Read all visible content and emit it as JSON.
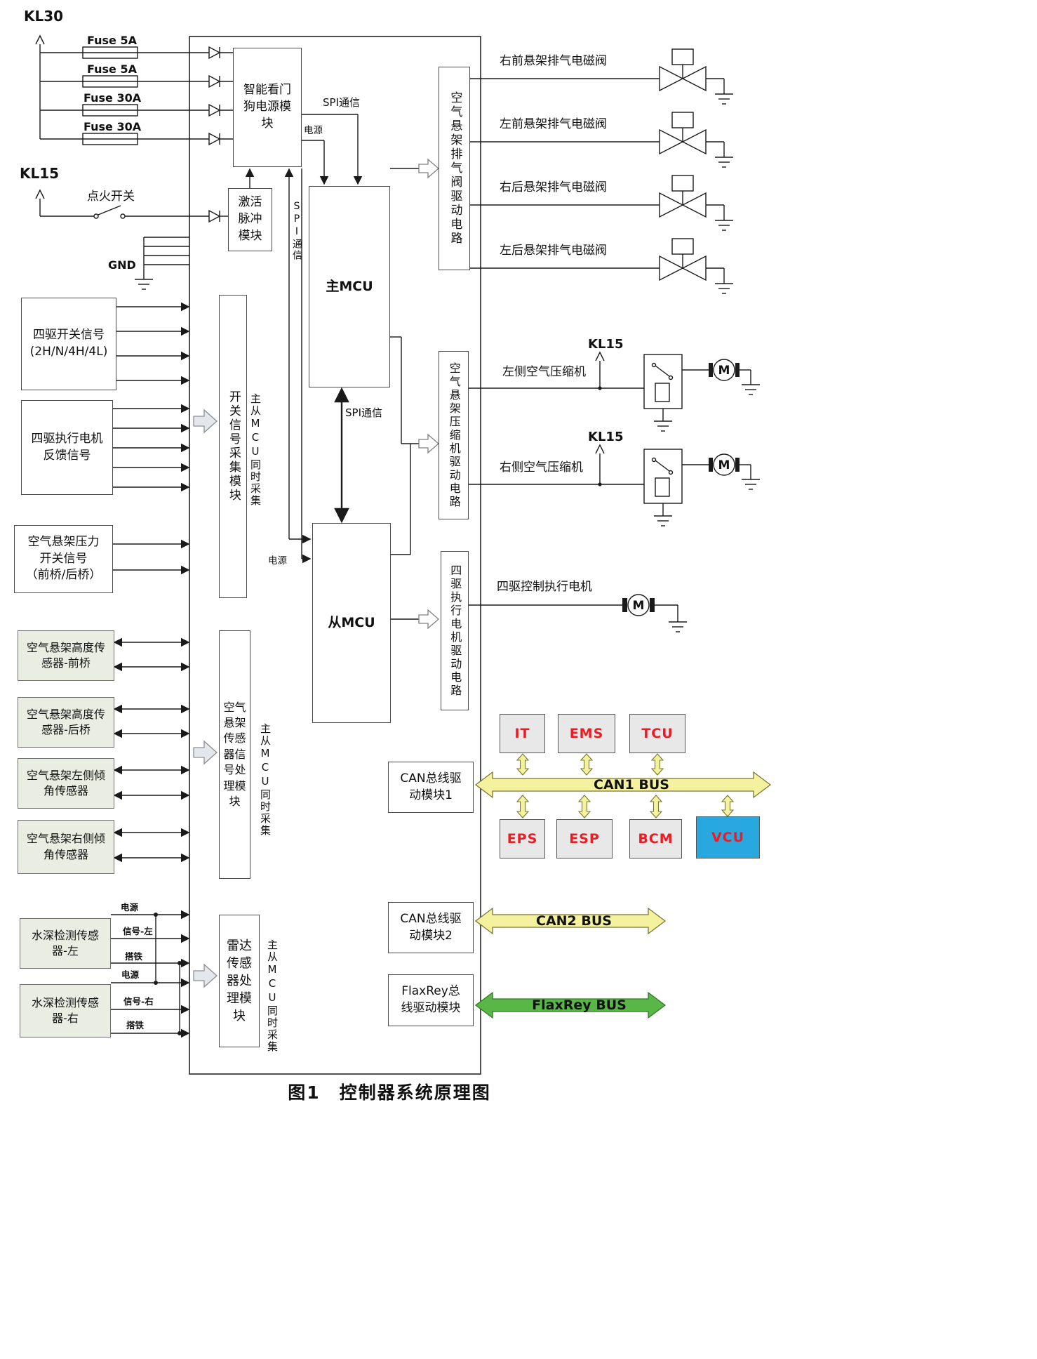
{
  "title": "图1　控制器系统原理图",
  "colors": {
    "sensor_box_bg": "#eaeee2",
    "node_bg": "#e8e8e8",
    "node_text": "#ed1c24",
    "vcu_bg": "#29a8e0",
    "can_bus_fill": "#f4f19f",
    "flaxrey_fill": "#58b747"
  },
  "power": {
    "kl30": "KL30",
    "kl15": "KL15",
    "fuses": [
      "Fuse 5A",
      "Fuse 5A",
      "Fuse 30A",
      "Fuse 30A"
    ],
    "ignition": "点火开关",
    "gnd": "GND"
  },
  "core": {
    "watchdog": "智能看门狗电源模块",
    "activation": "激活脉冲模块",
    "main_mcu": "主MCU",
    "slave_mcu": "从MCU",
    "spi_top": "SPI通信",
    "spi_left": "SPI通信",
    "spi_mid": "SPI通信",
    "power_top": "电源",
    "power_left": "电源"
  },
  "inputs": {
    "awd_l1": "四驱开关信号",
    "awd_l2": "(2H/N/4H/4L)",
    "feedback": "四驱执行电机反馈信号",
    "pressure_l1": "空气悬架压力",
    "pressure_l2": "开关信号",
    "pressure_l3": "（前桥/后桥）",
    "height_front": "空气悬架高度传感器-前桥",
    "height_rear": "空气悬架高度传感器-后桥",
    "tilt_left": "空气悬架左侧倾角传感器",
    "tilt_right": "空气悬架右侧倾角传感器",
    "water_left": "水深检测传感器-左",
    "water_right": "水深检测传感器-右",
    "wire_power_l": "电源",
    "wire_signal_l": "信号-左",
    "wire_gnd_l": "搭铁",
    "wire_power_r": "电源",
    "wire_signal_r": "信号-右",
    "wire_gnd_r": "搭铁"
  },
  "middle": {
    "switch_collect": "开关信号采集模块",
    "suspension": "空气悬架传感器信号处理模块",
    "radar": "雷达传感器处理模块",
    "note": "主从MCU同时采集"
  },
  "drivers": {
    "exhaust": "空气悬架排气阀驱动电路",
    "compressor": "空气悬架压缩机驱动电路",
    "motor": "四驱执行电机驱动电路"
  },
  "bus": {
    "module1": "CAN总线驱动模块1",
    "module2": "CAN总线驱动模块2",
    "flaxrey_module": "FlaxRey总线驱动模块",
    "can1": "CAN1 BUS",
    "can2": "CAN2 BUS",
    "flaxrey": "FlaxRey BUS",
    "nodes_top": [
      "IT",
      "EMS",
      "TCU"
    ],
    "nodes_bottom": [
      "EPS",
      "ESP",
      "BCM",
      "VCU"
    ]
  },
  "outputs": {
    "valves": [
      "右前悬架排气电磁阀",
      "左前悬架排气电磁阀",
      "右后悬架排气电磁阀",
      "左后悬架排气电磁阀"
    ],
    "kl15_a": "KL15",
    "kl15_b": "KL15",
    "compressor_left": "左侧空气压缩机",
    "compressor_right": "右侧空气压缩机",
    "drive_motor": "四驱控制执行电机",
    "motor_symbol": "M"
  }
}
